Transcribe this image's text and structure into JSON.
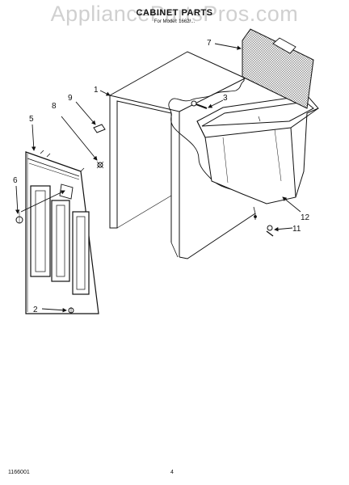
{
  "header": {
    "watermark": "AppliancePartsPros.com",
    "title": "CABINET PARTS",
    "subtitle": "For Model: 1662/..."
  },
  "callouts": [
    "1",
    "2",
    "3",
    "5",
    "6",
    "7",
    "8",
    "9",
    "11",
    "12"
  ],
  "footer": {
    "code": "1166001",
    "page": "4"
  }
}
